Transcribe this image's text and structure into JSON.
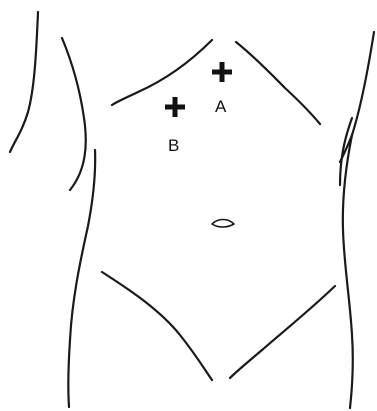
{
  "points": [
    {
      "id": "A",
      "label": "A"
    },
    {
      "id": "B",
      "label": "B"
    }
  ],
  "colors": {
    "line": "#1a1a1a",
    "marker": "#111111",
    "background": "#ffffff"
  },
  "icons": {
    "marker": "plus-marker-icon"
  }
}
